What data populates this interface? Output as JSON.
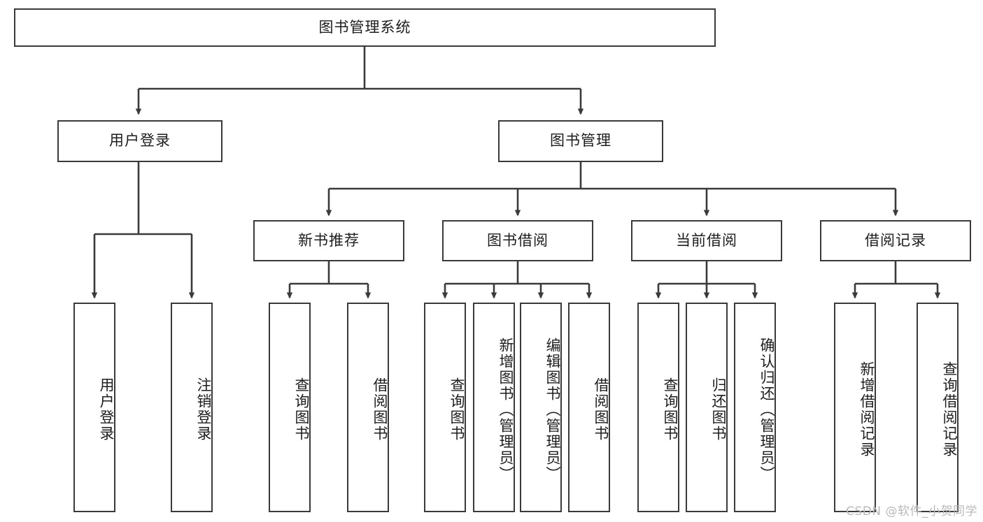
{
  "diagram": {
    "title": "图书管理系统",
    "type": "hierarchy-tree",
    "root": {
      "id": "root",
      "label": "图书管理系统"
    },
    "level2": [
      {
        "id": "user-login",
        "label": "用户登录"
      },
      {
        "id": "book-manage",
        "label": "图书管理"
      }
    ],
    "level3": [
      {
        "id": "new-book-recommend",
        "label": "新书推荐",
        "parent": "book-manage"
      },
      {
        "id": "book-borrow",
        "label": "图书借阅",
        "parent": "book-manage"
      },
      {
        "id": "current-borrow",
        "label": "当前借阅",
        "parent": "book-manage"
      },
      {
        "id": "borrow-record",
        "label": "借阅记录",
        "parent": "book-manage"
      }
    ],
    "leaves": [
      {
        "id": "leaf-user-login",
        "label": "用户登录",
        "parent": "user-login"
      },
      {
        "id": "leaf-logout-login",
        "label": "注销登录",
        "parent": "user-login"
      },
      {
        "id": "leaf-query-book-1",
        "label": "查询图书",
        "parent": "new-book-recommend"
      },
      {
        "id": "leaf-borrow-book-1",
        "label": "借阅图书",
        "parent": "new-book-recommend"
      },
      {
        "id": "leaf-query-book-2",
        "label": "查询图书",
        "parent": "book-borrow"
      },
      {
        "id": "leaf-add-book",
        "label": "新增图书（管理员）",
        "parent": "book-borrow"
      },
      {
        "id": "leaf-edit-book",
        "label": "编辑图书（管理员）",
        "parent": "book-borrow"
      },
      {
        "id": "leaf-borrow-book-2",
        "label": "借阅图书",
        "parent": "book-borrow"
      },
      {
        "id": "leaf-query-book-3",
        "label": "查询图书",
        "parent": "current-borrow"
      },
      {
        "id": "leaf-return-book",
        "label": "归还图书",
        "parent": "current-borrow"
      },
      {
        "id": "leaf-confirm-return",
        "label": "确认归还（管理员）",
        "parent": "current-borrow"
      },
      {
        "id": "leaf-add-record",
        "label": "新增借阅记录",
        "parent": "borrow-record"
      },
      {
        "id": "leaf-query-record",
        "label": "查询借阅记录",
        "parent": "borrow-record"
      }
    ],
    "colors": {
      "stroke": "#3a3a3a",
      "fill": "#ffffff",
      "text": "#1d1d1d",
      "watermark": "#b9b9b9"
    }
  },
  "watermark": {
    "text": "CSDN @软件_小贺同学"
  }
}
